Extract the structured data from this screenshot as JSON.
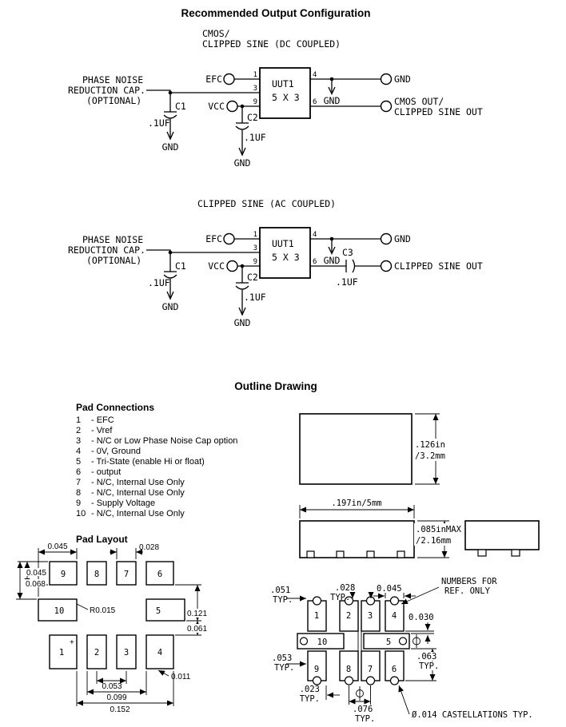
{
  "titles": {
    "output_config": "Recommended Output Configuration",
    "outline_drawing": "Outline Drawing"
  },
  "common": {
    "gnd": "GND",
    "uf": ".1UF",
    "typ": "TYP.",
    "uut": "UUT1",
    "size": "5 X 3",
    "efc": "EFC",
    "vcc": "VCC",
    "c1": "C1",
    "c2": "C2",
    "note1": "PHASE NOISE",
    "note2": "REDUCTION CAP.",
    "note3": "(OPTIONAL)"
  },
  "circuit_dc": {
    "heading1": "CMOS/",
    "heading2": "CLIPPED SINE (DC COUPLED)",
    "out1": "CMOS OUT/",
    "out2": "CLIPPED SINE OUT",
    "pins": {
      "p1": "1",
      "p3": "3",
      "p9": "9",
      "p4": "4",
      "p6": "6"
    }
  },
  "circuit_ac": {
    "heading": "CLIPPED SINE (AC COUPLED)",
    "c3": "C3",
    "out": "CLIPPED SINE OUT",
    "pins": {
      "p1": "1",
      "p3": "3",
      "p9": "9",
      "p4": "4",
      "p6": "6"
    }
  },
  "pad_connections": {
    "title": "Pad Connections",
    "items": [
      {
        "num": "1",
        "desc": "- EFC"
      },
      {
        "num": "2",
        "desc": "- Vref"
      },
      {
        "num": "3",
        "desc": "- N/C or Low Phase Noise Cap option"
      },
      {
        "num": "4",
        "desc": "- 0V, Ground"
      },
      {
        "num": "5",
        "desc": "- Tri-State (enable Hi or float)"
      },
      {
        "num": "6",
        "desc": "- output"
      },
      {
        "num": "7",
        "desc": "- N/C, Internal Use Only"
      },
      {
        "num": "8",
        "desc": "- N/C, Internal Use Only"
      },
      {
        "num": "9",
        "desc": "- Supply Voltage"
      },
      {
        "num": "10",
        "desc": "- N/C, Internal Use Only"
      }
    ]
  },
  "outline": {
    "height1": ".126in",
    "height2": "/3.2mm",
    "width": ".197in/5mm",
    "side1": ".085inMAX",
    "side2": "/2.16mm"
  },
  "pad_layout": {
    "title": "Pad Layout",
    "plus": "+",
    "pads": [
      "9",
      "8",
      "7",
      "6",
      "10",
      "5",
      "1",
      "2",
      "3",
      "4"
    ],
    "dims": {
      "t045": "0.045",
      "t028": "0.028",
      "l045": "0.045",
      "l068": "0.068",
      "r015": "R0.015",
      "r121": "0.121",
      "r061": "0.061",
      "b011": "0.011",
      "b053": "0.053",
      "b099": "0.099",
      "b152": "0.152"
    }
  },
  "cast": {
    "pads": [
      "1",
      "2",
      "3",
      "4",
      "10",
      "5",
      "9",
      "8",
      "7",
      "6"
    ],
    "dims": {
      "d051": ".051",
      "d028": ".028",
      "d045": "0.045",
      "d030": "0.030",
      "d053": ".053",
      "d063": ".063",
      "d023": ".023",
      "d076": ".076"
    },
    "note1": "NUMBERS FOR",
    "note2": "REF. ONLY",
    "cast_note": "Ø.014 CASTELLATIONS TYP."
  }
}
